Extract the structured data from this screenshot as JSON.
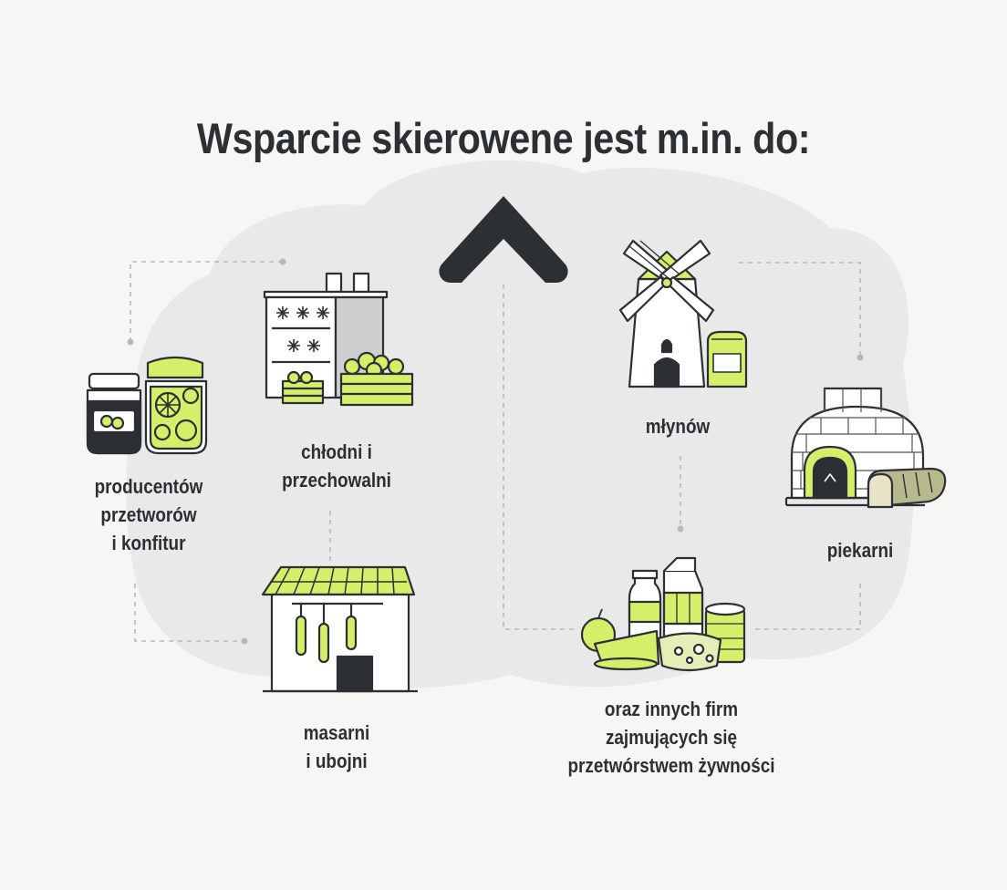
{
  "title": "Wsparcie skierowene jest m.in. do:",
  "colors": {
    "accent": "#d4f06a",
    "dark": "#2c2f33",
    "blob": "#e9e9e9",
    "background": "#f6f6f5"
  },
  "items": [
    {
      "id": "jams",
      "icon": "jars-icon",
      "lines": [
        "producentów",
        "przetworów",
        "i konfitur"
      ]
    },
    {
      "id": "cold",
      "icon": "cold-storage-icon",
      "lines": [
        "chłodni i",
        "przechowalni"
      ]
    },
    {
      "id": "meat",
      "icon": "butcher-shed-icon",
      "lines": [
        "masarni",
        "i ubojni"
      ]
    },
    {
      "id": "mills",
      "icon": "windmill-icon",
      "lines": [
        "młynów"
      ]
    },
    {
      "id": "bakery",
      "icon": "bread-oven-icon",
      "lines": [
        "piekarni"
      ]
    },
    {
      "id": "food",
      "icon": "food-products-icon",
      "lines": [
        "oraz innych firm",
        "zajmujących się",
        "przetwórstwem żywności"
      ]
    }
  ]
}
